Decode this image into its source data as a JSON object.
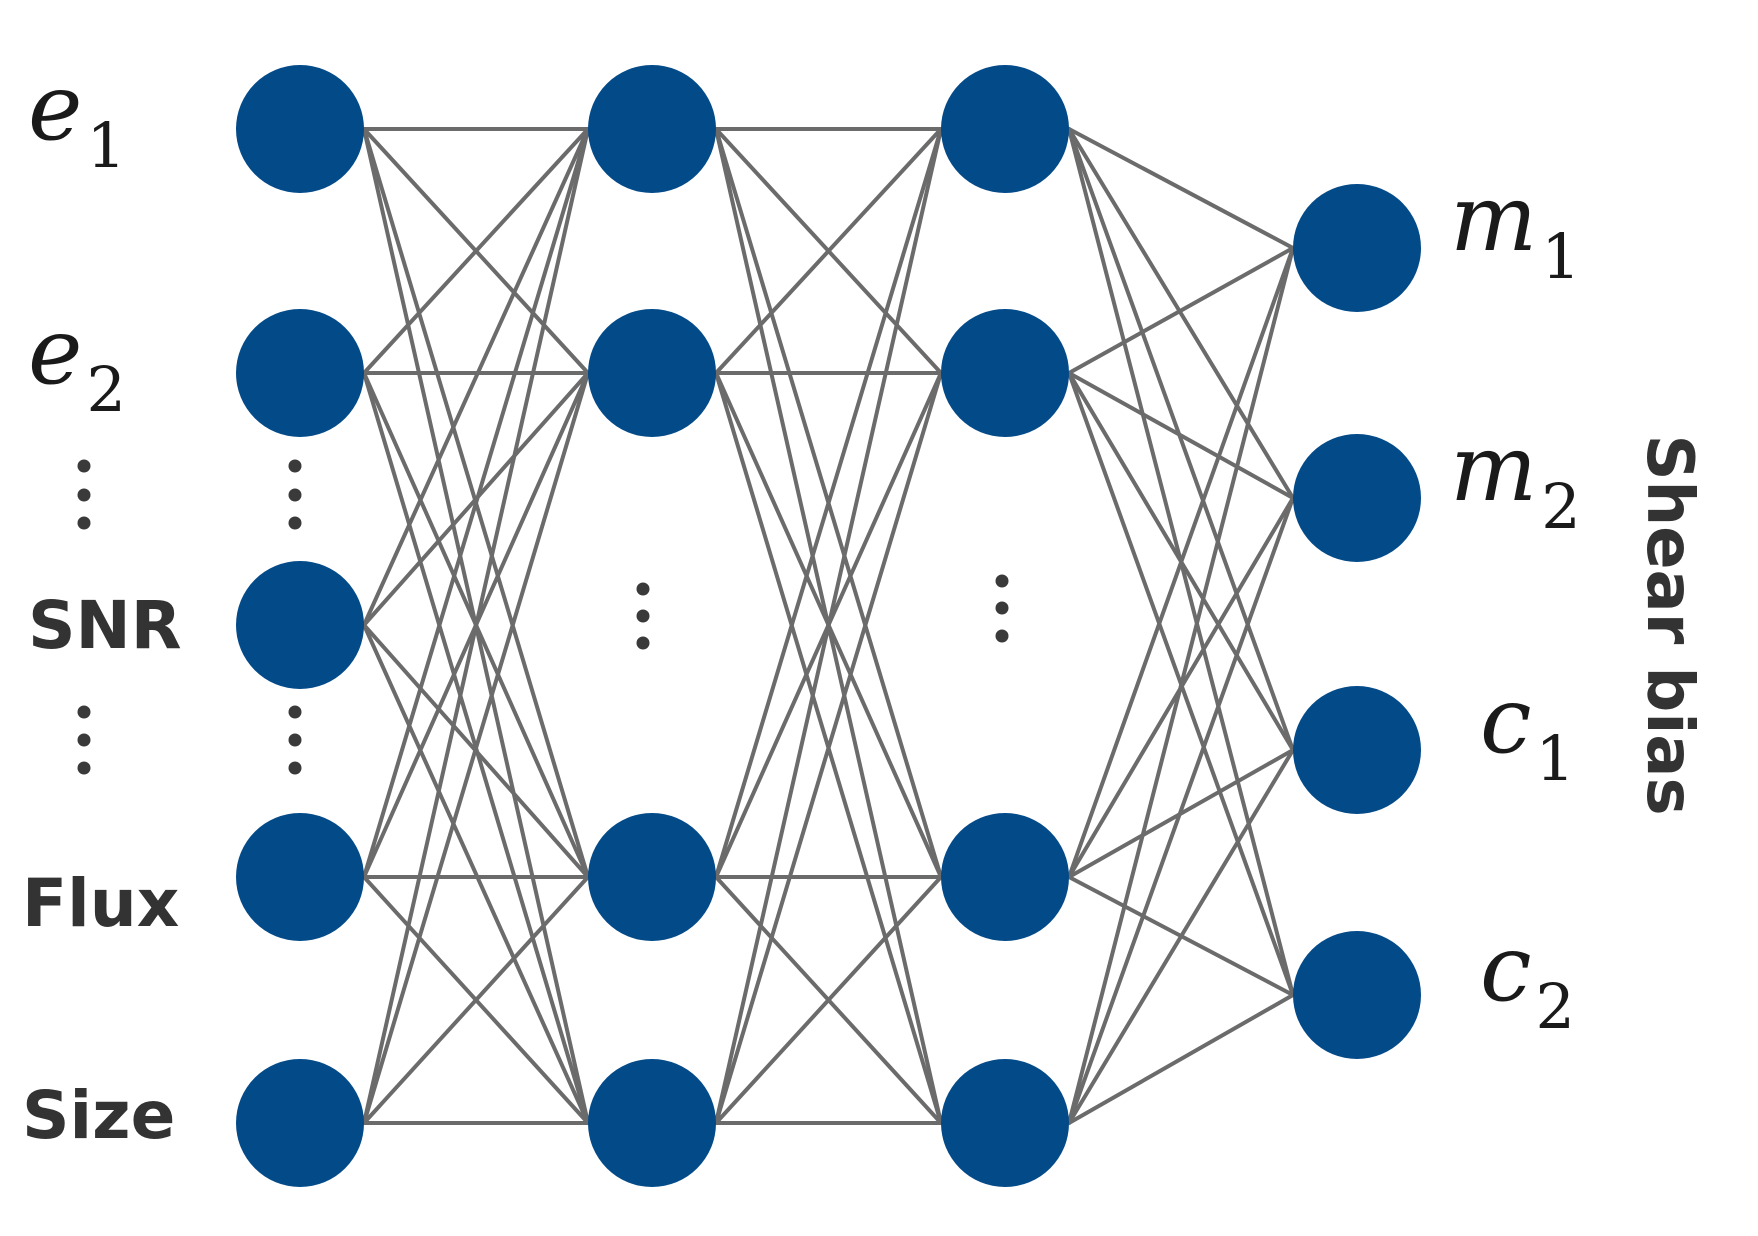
{
  "colors": {
    "node": "#034a89",
    "edge": "#6b6b6b",
    "text": "#333333"
  },
  "inputs": [
    {
      "base": "e",
      "sub": "1"
    },
    {
      "base": "e",
      "sub": "2"
    },
    {
      "text": "SNR"
    },
    {
      "text": "Flux"
    },
    {
      "text": "Size"
    }
  ],
  "outputs": [
    {
      "base": "m",
      "sub": "1"
    },
    {
      "base": "m",
      "sub": "2"
    },
    {
      "base": "c",
      "sub": "1"
    },
    {
      "base": "c",
      "sub": "2"
    }
  ],
  "output_group_label": "Shear bias"
}
